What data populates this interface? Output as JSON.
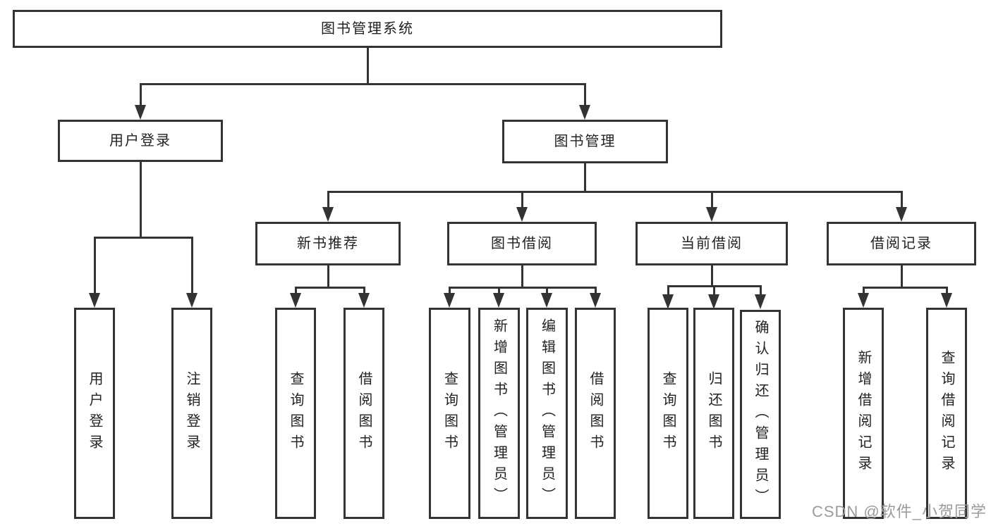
{
  "watermark": "CSDN @软件_小贺同学",
  "colors": {
    "line": "#333333",
    "text": "#222222",
    "background": "#ffffff",
    "watermark": "#9b9b9b"
  },
  "tree": {
    "root": {
      "label": "图书管理系统"
    },
    "children": [
      {
        "label": "用户登录",
        "children": [
          {
            "label": "用户登录"
          },
          {
            "label": "注销登录"
          }
        ]
      },
      {
        "label": "图书管理",
        "children": [
          {
            "label": "新书推荐",
            "children": [
              {
                "label": "查询图书"
              },
              {
                "label": "借阅图书"
              }
            ]
          },
          {
            "label": "图书借阅",
            "children": [
              {
                "label": "查询图书"
              },
              {
                "label": "新增图书（管理员）"
              },
              {
                "label": "编辑图书（管理员）"
              },
              {
                "label": "借阅图书"
              }
            ]
          },
          {
            "label": "当前借阅",
            "children": [
              {
                "label": "查询图书"
              },
              {
                "label": "归还图书"
              },
              {
                "label": "确认归还（管理员）"
              }
            ]
          },
          {
            "label": "借阅记录",
            "children": [
              {
                "label": "新增借阅记录"
              },
              {
                "label": "查询借阅记录"
              }
            ]
          }
        ]
      }
    ]
  }
}
